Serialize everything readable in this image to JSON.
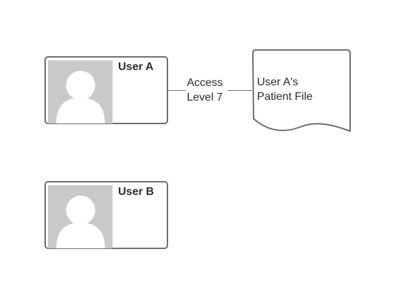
{
  "users": [
    {
      "name": "User A"
    },
    {
      "name": "User B"
    }
  ],
  "connection": {
    "line1": "Access",
    "line2": "Level 7"
  },
  "document": {
    "line1": "User A's",
    "line2": "Patient File"
  },
  "colors": {
    "border": "#6b6b6b",
    "avatar_bg": "#c9c9c9",
    "avatar_figure": "#ffffff",
    "text": "#2b2b2b"
  }
}
